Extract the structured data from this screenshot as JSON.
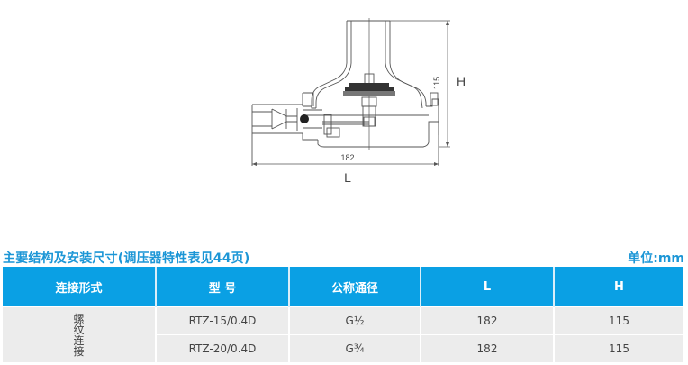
{
  "drawing": {
    "dim_length_value": "182",
    "dim_length_label": "L",
    "dim_height_value": "115",
    "dim_height_label": "H"
  },
  "section": {
    "title": "主要结构及安装尺寸(调压器特性表见44页)",
    "unit": "单位:mm"
  },
  "table": {
    "headers": [
      "连接形式",
      "型 号",
      "公称通径",
      "L",
      "H"
    ],
    "connection_type_chars": [
      "螺",
      "纹",
      "连",
      "接"
    ],
    "rows": [
      {
        "model": "RTZ-15/0.4D",
        "nominal_diameter": "G½",
        "L": "182",
        "H": "115"
      },
      {
        "model": "RTZ-20/0.4D",
        "nominal_diameter": "G¾",
        "L": "182",
        "H": "115"
      }
    ]
  },
  "colors": {
    "header_bg": "#0aa0e4",
    "title_text": "#1c96d6",
    "row_bg": "#ececec"
  }
}
